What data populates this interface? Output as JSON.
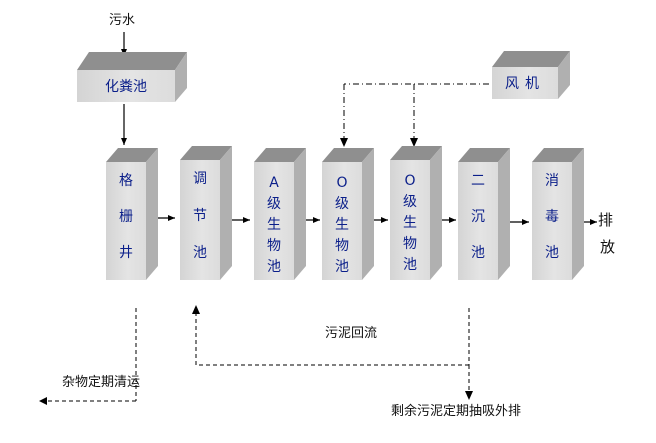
{
  "inlet": {
    "label": "污水"
  },
  "nodes": {
    "septic": {
      "label": "化粪池"
    },
    "blower": {
      "label": "风机"
    },
    "grille": {
      "label": "格栅井",
      "chars": [
        "格",
        "栅",
        "井"
      ]
    },
    "equal": {
      "label": "调节池",
      "chars": [
        "调",
        "节",
        "池"
      ]
    },
    "anoxic": {
      "label": "A级生物池",
      "chars": [
        "A",
        "级",
        "生",
        "物",
        "池"
      ]
    },
    "oxic1": {
      "label": "O级生物池",
      "chars": [
        "O",
        "级",
        "生",
        "物",
        "池"
      ]
    },
    "oxic2": {
      "label": "O级生物池",
      "chars": [
        "O",
        "级",
        "生",
        "物",
        "池"
      ]
    },
    "clarifier": {
      "label": "二沉池",
      "chars": [
        "二",
        "沉",
        "池"
      ]
    },
    "disinfect": {
      "label": "消毒池",
      "chars": [
        "消",
        "毒",
        "池"
      ]
    }
  },
  "outlet": {
    "chars": [
      "排",
      "放"
    ]
  },
  "notes": {
    "sludge_return": "污泥回流",
    "debris_removal": "杂物定期清运",
    "excess_sludge": "剩余污泥定期抽吸外排"
  },
  "colors": {
    "label": "#0b1f8a",
    "box_front": "#e0e0e0",
    "box_top": "#8f8f8f",
    "box_side": "#b0b0b0"
  }
}
